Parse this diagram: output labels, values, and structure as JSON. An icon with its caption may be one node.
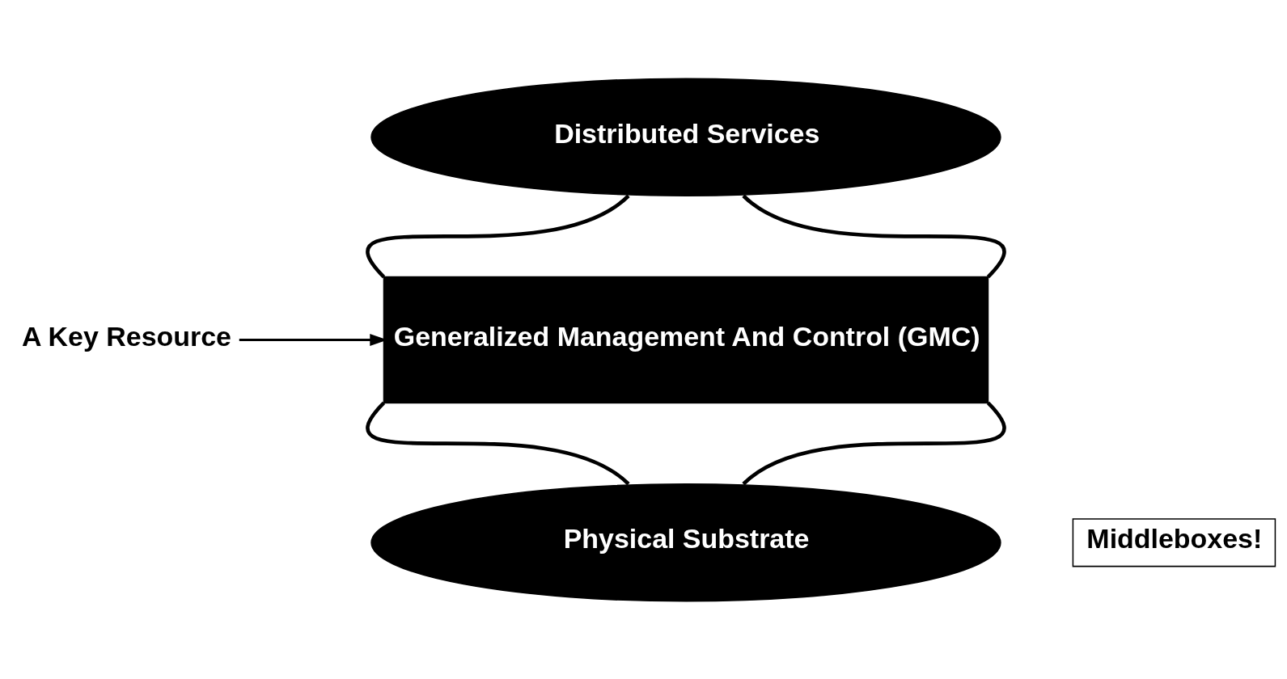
{
  "diagram": {
    "nodes": [
      {
        "text": [
          "Distributed Services"
        ]
      },
      {
        "text": [
          "Generalized Management And Control (GMC)"
        ]
      },
      {
        "text": [
          "Physical Substrate"
        ]
      },
      {
        "text": [
          "A Key Resource"
        ]
      },
      {
        "text": [
          "Middleboxes!"
        ]
      }
    ],
    "edges": [
      {
        "from": 0,
        "to": 1,
        "arrow": "none"
      },
      {
        "from": 0,
        "to": 1,
        "arrow": "none"
      },
      {
        "from": 1,
        "to": 2,
        "arrow": "none"
      },
      {
        "from": 1,
        "to": 2,
        "arrow": "none"
      },
      {
        "from": 3,
        "to": 1,
        "arrow": "to"
      }
    ]
  }
}
